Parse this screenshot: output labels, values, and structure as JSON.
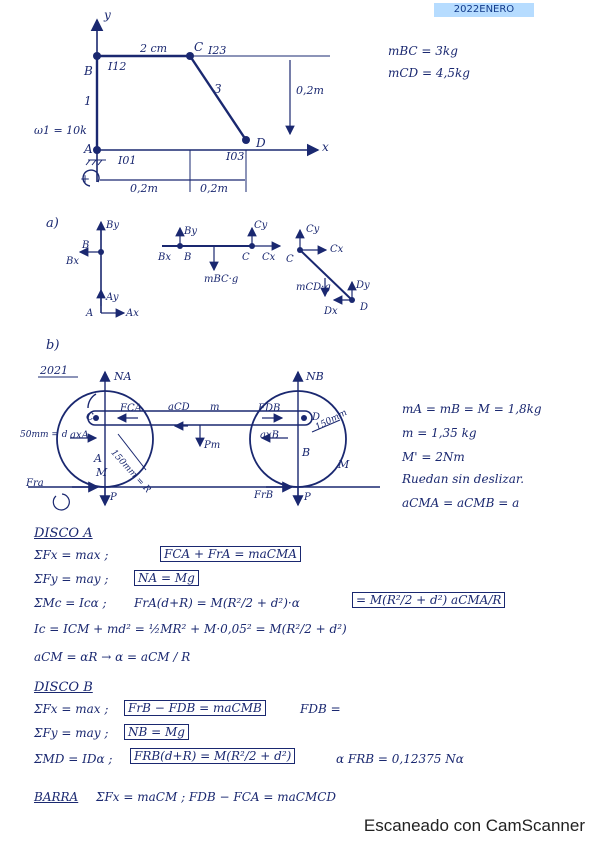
{
  "header": {
    "date": "2022ENERO"
  },
  "mechanism": {
    "axis_y": "y",
    "axis_x": "x",
    "point_B": "B",
    "point_C": "C",
    "point_A": "A",
    "point_D": "D",
    "I12": "I12",
    "I23": "I23",
    "I01": "I01",
    "I03": "I03",
    "len_BC": "2 cm",
    "link1": "1",
    "link3": "3",
    "height": "0,2m",
    "width_left": "0,2m",
    "width_right": "0,2m",
    "omega": "ω1 = 10k",
    "plus": "+"
  },
  "masses": {
    "m_bc": "mBC = 3kg",
    "m_cd": "mCD = 4,5kg"
  },
  "part_a": {
    "label": "a)",
    "fbd1": {
      "By": "By",
      "Bx": "Bx",
      "B": "B",
      "Ay": "Ay",
      "A": "A",
      "Ax": "Ax"
    },
    "fbd2": {
      "By": "By",
      "Bx": "Bx",
      "B": "B",
      "Cy": "Cy",
      "Cx": "Cx",
      "C": "C",
      "weight": "mBC·g"
    },
    "fbd3": {
      "Cy": "Cy",
      "Cx": "Cx",
      "C": "C",
      "weight": "mCD·g",
      "Dy": "Dy",
      "Dx": "Dx",
      "D": "D"
    }
  },
  "part_b": {
    "label": "b)",
    "tag": "2021",
    "NA": "NA",
    "NB": "NB",
    "FCA": "FCA",
    "FDB": "FDB",
    "aCD": "aCD",
    "m": "m",
    "C": "C",
    "D": "D",
    "A": "A",
    "B": "B",
    "M": "M",
    "Pm": "Pm",
    "d": "50mm = d",
    "axA": "axA",
    "axB": "axB",
    "r1": "150mm = R",
    "r2": "150mm",
    "Fra": "Fra",
    "FrB": "FrB",
    "P1": "P",
    "P2": "P",
    "params": [
      "mA = mB = M = 1,8kg",
      "m = 1,35 kg",
      "M' = 2Nm",
      "Ruedan sin deslizar.",
      "aCMA = aCMB = a"
    ]
  },
  "disco_a": {
    "title": "DISCO A",
    "l1a": "ΣFx = max ;",
    "l1b": "FCA + FrA = maCMA",
    "l2a": "ΣFy = may ;",
    "l2b": "NA = Mg",
    "l3a": "ΣMc = Icα ;",
    "l3b": "FrA(d+R) = M(R²/2 + d²)·α",
    "l3c": "= M(R²/2 + d²) aCMA/R",
    "l4": "Ic = ICM + md² = ½MR² + M·0,05² = M(R²/2 + d²)",
    "l5": "aCM = αR → α = aCM / R"
  },
  "disco_b": {
    "title": "DISCO B",
    "l1a": "ΣFx = max ;",
    "l1b": "FrB − FDB = maCMB",
    "l1c": "FDB =",
    "l2a": "ΣFy = may ;",
    "l2b": "NB = Mg",
    "l3a": "ΣMD = IDα ;",
    "l3b": "FRB(d+R) = M(R²/2 + d²)",
    "l3c": "α   FRB = 0,12375 Nα"
  },
  "barra": {
    "title": "BARRA",
    "l1": "ΣFx = maCM ;  FDB − FCA = maCMCD"
  },
  "footer": {
    "text": "Escaneado con CamScanner"
  }
}
